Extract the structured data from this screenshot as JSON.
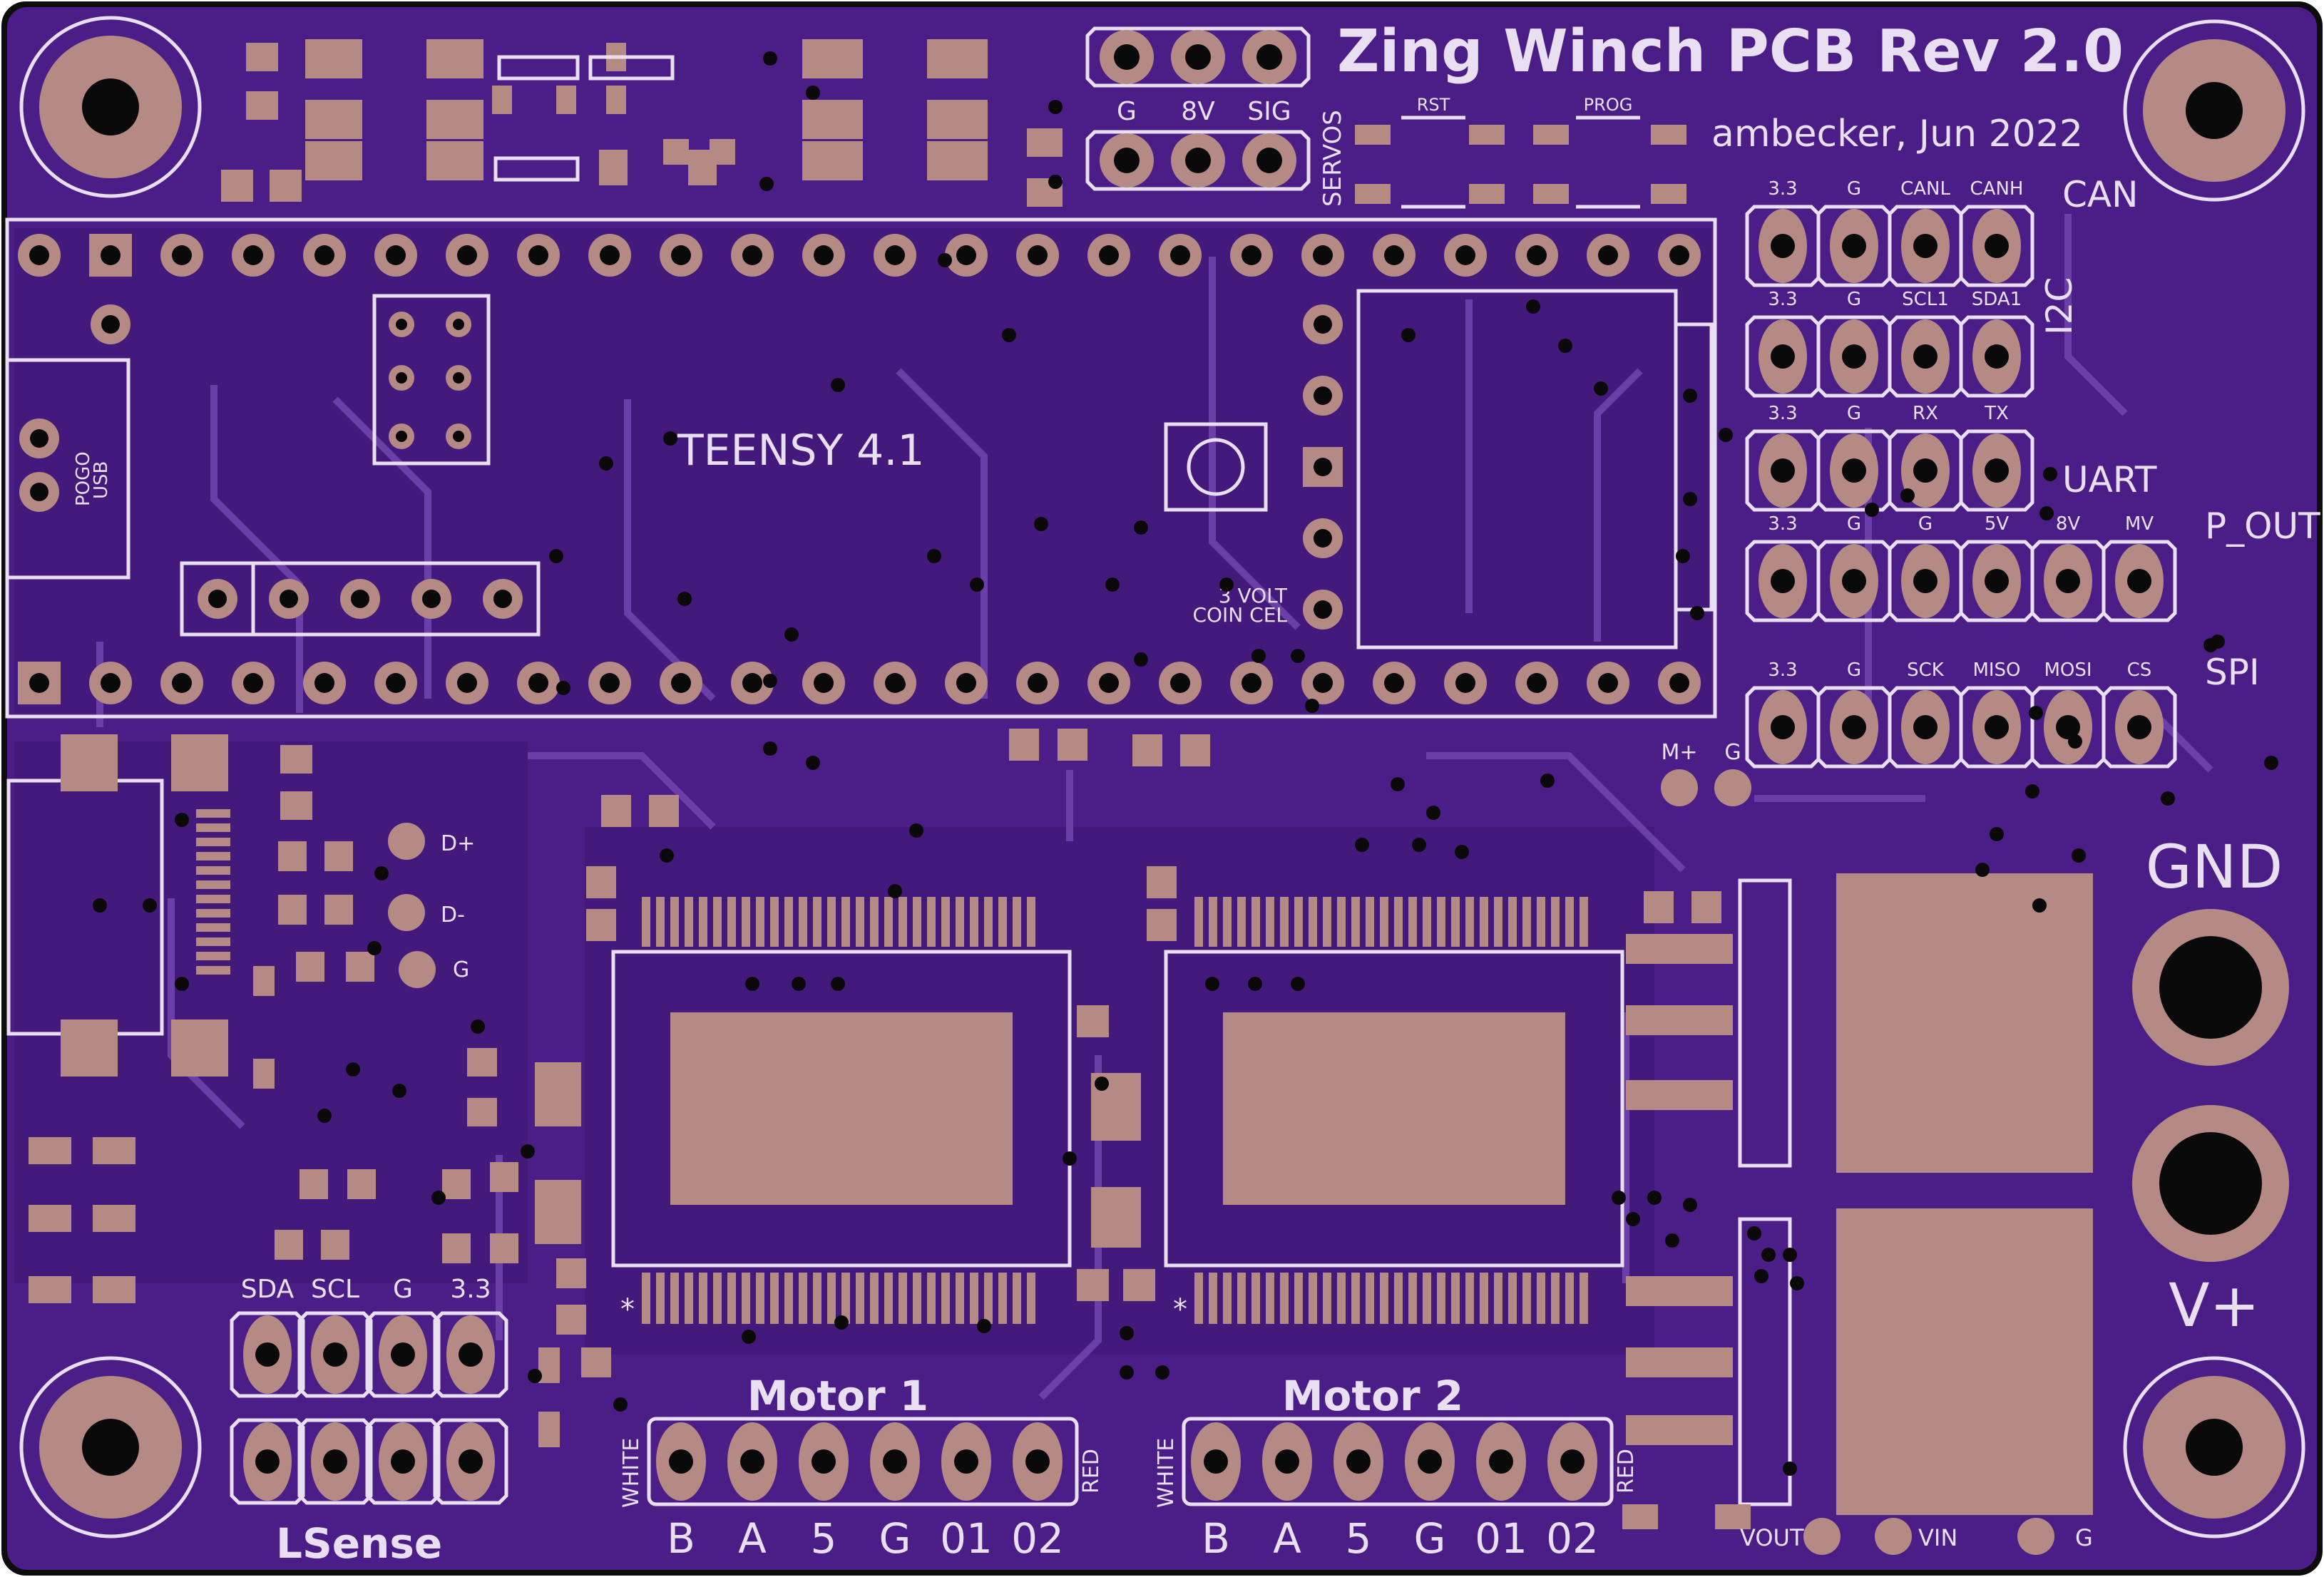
{
  "board": {
    "title": "Zing Winch PCB Rev 2.0",
    "author_line": "ambecker, Jun 2022",
    "colors": {
      "soldermask": "#4b1e87",
      "silkscreen": "#e8e0f2",
      "copper": "#b58a84",
      "outline": "#0d0d0d"
    }
  },
  "labels": {
    "teensy": "TEENSY 4.1",
    "coin_cell": [
      "3 VOLT",
      "COIN CEL"
    ],
    "servos": "SERVOS",
    "servo_pins": [
      "G",
      "8V",
      "SIG"
    ],
    "rst": "RST",
    "prog": "PROG",
    "pogo": "POGO",
    "usb": "USB",
    "usb_pins": [
      "D+",
      "D-",
      "G"
    ],
    "mg_pins": [
      "M+",
      "G"
    ],
    "gnd": "GND",
    "vplus": "V+",
    "power_pins": [
      "VOUT",
      "VIN",
      "G"
    ],
    "lsense": "LSense",
    "lsense_pins": [
      "SDA",
      "SCL",
      "G",
      "3.3"
    ],
    "motor1": "Motor 1",
    "motor2": "Motor 2",
    "motor_pins": [
      "B",
      "A",
      "5",
      "G",
      "01",
      "02"
    ],
    "white": "WHITE",
    "red": "RED"
  },
  "headers": [
    {
      "name": "CAN",
      "pins": [
        "3.3",
        "G",
        "CANL",
        "CANH"
      ]
    },
    {
      "name": "I2C",
      "pins": [
        "3.3",
        "G",
        "SCL1",
        "SDA1"
      ]
    },
    {
      "name": "UART",
      "pins": [
        "3.3",
        "G",
        "RX",
        "TX"
      ]
    },
    {
      "name": "P_OUT",
      "pins": [
        "3.3",
        "G",
        "G",
        "5V",
        "8V",
        "MV"
      ]
    },
    {
      "name": "SPI",
      "pins": [
        "3.3",
        "G",
        "SCK",
        "MISO",
        "MOSI",
        "CS"
      ]
    }
  ]
}
